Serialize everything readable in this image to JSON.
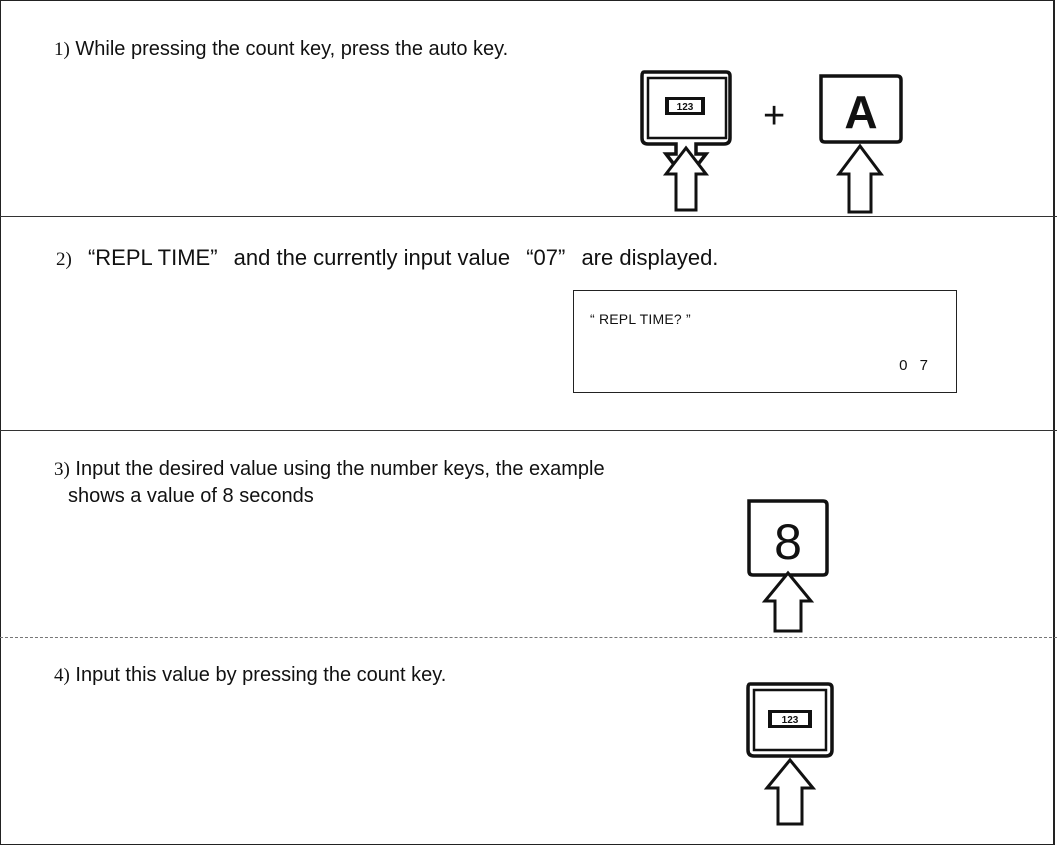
{
  "steps": [
    {
      "num": "1)",
      "text": "While pressing the count key, press the auto key."
    },
    {
      "num": "2)",
      "text_a": "“REPL TIME”",
      "text_b": "and the currently input value",
      "text_c": "“07”",
      "text_d": "are displayed."
    },
    {
      "num": "3)",
      "line1": "Input the desired value using the number keys, the example",
      "line2": "shows a value of 8 seconds"
    },
    {
      "num": "4)",
      "text": "Input this value by pressing the count key."
    }
  ],
  "keys": {
    "count_key_label": "123",
    "auto_key_label": "A",
    "number_key_label": "8",
    "plus_sign": "+"
  },
  "display": {
    "line1": "“ REPL TIME? ”",
    "line2": "0 7"
  }
}
